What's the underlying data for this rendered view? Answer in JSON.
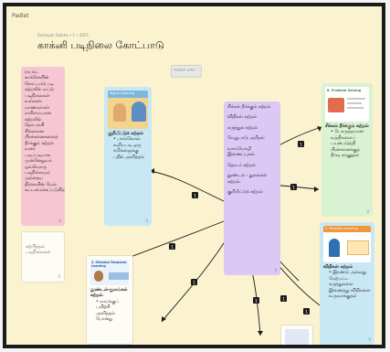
{
  "app": {
    "name": "Padlet"
  },
  "board": {
    "meta": "Sumayah Saleha • 1 • 2021",
    "title": "காக்னி படிநிலை கோட்பாடு"
  },
  "chip": {
    "text": "கற்பித்தல் முறை"
  },
  "cards": {
    "left_pink": {
      "text": "ராபர்ட் காக்னேயின் கோட்பாடு படி கற்றலில் எட்டு படிநிலைகள் உள்ளன. மாணவர்கள் எளிமையான கற்றலில் தொடங்கி சிக்கலான பிரச்சனைகளைத் தீர்க்கும் கற்றல் வரை படிப்படியாக முன்னேறுவர். ஒவ்வொரு படிநிலையும் முந்தைய நிலையின் மேல் கட்டமைக்கப்படுகிறது.",
      "count": "0"
    },
    "left_white": {
      "text": "கற்பித்தல் படிநிலைகள்",
      "count": "0"
    },
    "signal": {
      "thumb_title": "Signal Learning",
      "title": "குறியீட்டுக் கற்றல்",
      "text": "• பாவ்லோவ் கூறியபடி ஒரு சமிக்ஞைக்கு பதில் அளித்தல்",
      "count": "0"
    },
    "center": {
      "items": [
        "சிக்கல் தீர்க்கும் கற்றல்",
        "விதிகள் கற்றல்",
        "கருத்துக் கற்றல்",
        "வேறுபாடு அறிதல்",
        "வாய்மொழி இணைப்புகள்",
        "தொடர் கற்றல்",
        "தூண்டல் - துலங்கல் கற்றல்",
        "குறியீட்டுக் கற்றல்"
      ],
      "count": "0"
    },
    "problem": {
      "thumb_title": "8. Problem Solving",
      "title": "சிக்கல் தீர்க்கும் கற்றல்",
      "text": "• பொருத்தமான உத்திகளைப் பயன்படுத்தி பிரச்சனைக்குத் தீர்வு காணுதல்",
      "count": "0"
    },
    "principle": {
      "thumb_title": "7. Principle Learning",
      "title": "விதிகள் கற்றல்",
      "text": "• இரண்டு அல்லது மேற்பட்ட கருத்துகளை இணைத்து விதிகளை உருவாக்குதல்",
      "count": "0"
    },
    "stimulus": {
      "thumb_title": "2. Stimulus Response Learning",
      "title": "தூண்டல்-துலங்கல் கற்றல்",
      "text": "• நாய்க்குப் பயிற்சி அளித்தல் போன்று",
      "count": "0"
    },
    "bottom": {
      "text": "",
      "count": ""
    }
  },
  "connectors": {
    "badge_label": "1"
  },
  "colors": {
    "background": "#fbf3cf",
    "pink": "#f6c6d4",
    "blue": "#c9e8f5",
    "purple": "#dcc8f4",
    "green": "#d9f3d2"
  }
}
